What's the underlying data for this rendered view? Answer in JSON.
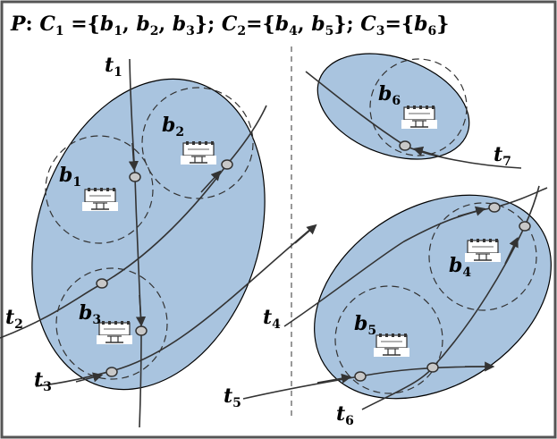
{
  "title": {
    "prefix": "P",
    "sep": ": ",
    "groups": [
      {
        "name": "C",
        "index": "1",
        "members": [
          [
            "b",
            "1"
          ],
          [
            "b",
            "2"
          ],
          [
            "b",
            "3"
          ]
        ]
      },
      {
        "name": "C",
        "index": "2",
        "members": [
          [
            "b",
            "4"
          ],
          [
            "b",
            "5"
          ]
        ]
      },
      {
        "name": "C",
        "index": "3",
        "members": [
          [
            "b",
            "6"
          ]
        ]
      }
    ]
  },
  "stations": [
    {
      "id": "b1",
      "letter": "b",
      "index": "1"
    },
    {
      "id": "b2",
      "letter": "b",
      "index": "2"
    },
    {
      "id": "b3",
      "letter": "b",
      "index": "3"
    },
    {
      "id": "b4",
      "letter": "b",
      "index": "4"
    },
    {
      "id": "b5",
      "letter": "b",
      "index": "5"
    },
    {
      "id": "b6",
      "letter": "b",
      "index": "6"
    }
  ],
  "trajectories": [
    {
      "id": "t1",
      "letter": "t",
      "index": "1"
    },
    {
      "id": "t2",
      "letter": "t",
      "index": "2"
    },
    {
      "id": "t3",
      "letter": "t",
      "index": "3"
    },
    {
      "id": "t4",
      "letter": "t",
      "index": "4"
    },
    {
      "id": "t5",
      "letter": "t",
      "index": "5"
    },
    {
      "id": "t6",
      "letter": "t",
      "index": "6"
    },
    {
      "id": "t7",
      "letter": "t",
      "index": "7"
    }
  ],
  "colors": {
    "cluster_fill": "#a9c4df",
    "cluster_stroke": "#000000",
    "line": "#333333",
    "point_fill": "#c8c8c8"
  }
}
